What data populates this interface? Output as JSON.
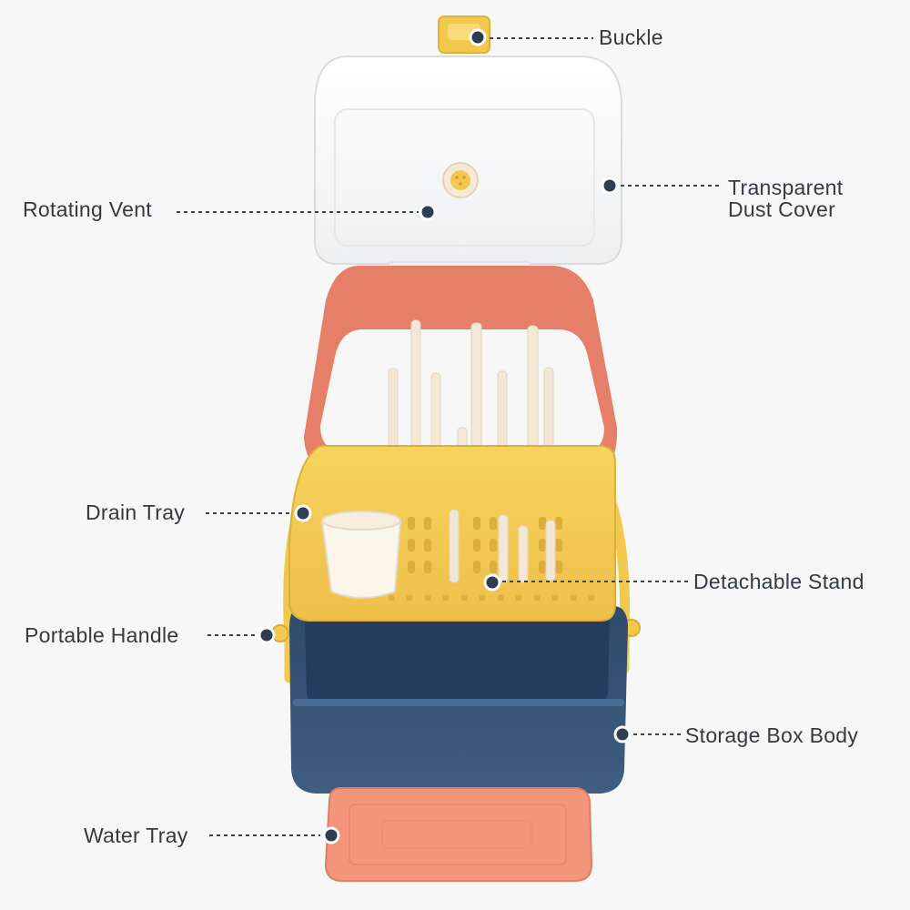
{
  "labels": {
    "buckle": "Buckle",
    "rotating_vent": "Rotating Vent",
    "transparent_dust_cover": [
      "Transparent",
      "Dust Cover"
    ],
    "drain_tray": "Drain Tray",
    "detachable_stand": "Detachable Stand",
    "portable_handle": "Portable Handle",
    "storage_box_body": "Storage Box Body",
    "water_tray": "Water Tray"
  },
  "colors": {
    "background": "#f7f7f7",
    "label_text": "#333a44",
    "marker": "#2f3d52",
    "cover": "#ffffff",
    "frame": "#e67f67",
    "drain_tray": "#f2c94c",
    "box_body": "#3c5b7e",
    "water_tray": "#f3957a",
    "rods": "#f3e8d5"
  }
}
